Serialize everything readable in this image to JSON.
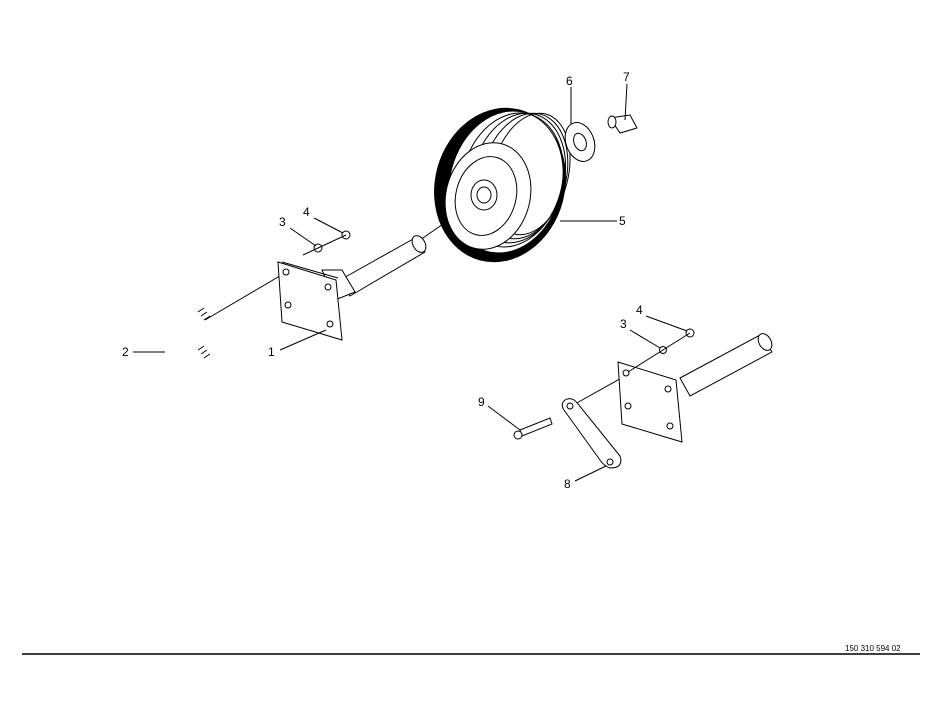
{
  "diagram": {
    "part_number": "150 310 594 02",
    "callouts": [
      {
        "id": "1",
        "label": "1"
      },
      {
        "id": "2",
        "label": "2"
      },
      {
        "id": "3a",
        "label": "3"
      },
      {
        "id": "4a",
        "label": "4"
      },
      {
        "id": "5",
        "label": "5"
      },
      {
        "id": "6",
        "label": "6"
      },
      {
        "id": "7",
        "label": "7"
      },
      {
        "id": "3b",
        "label": "3"
      },
      {
        "id": "4b",
        "label": "4"
      },
      {
        "id": "8",
        "label": "8"
      },
      {
        "id": "9",
        "label": "9"
      }
    ]
  }
}
